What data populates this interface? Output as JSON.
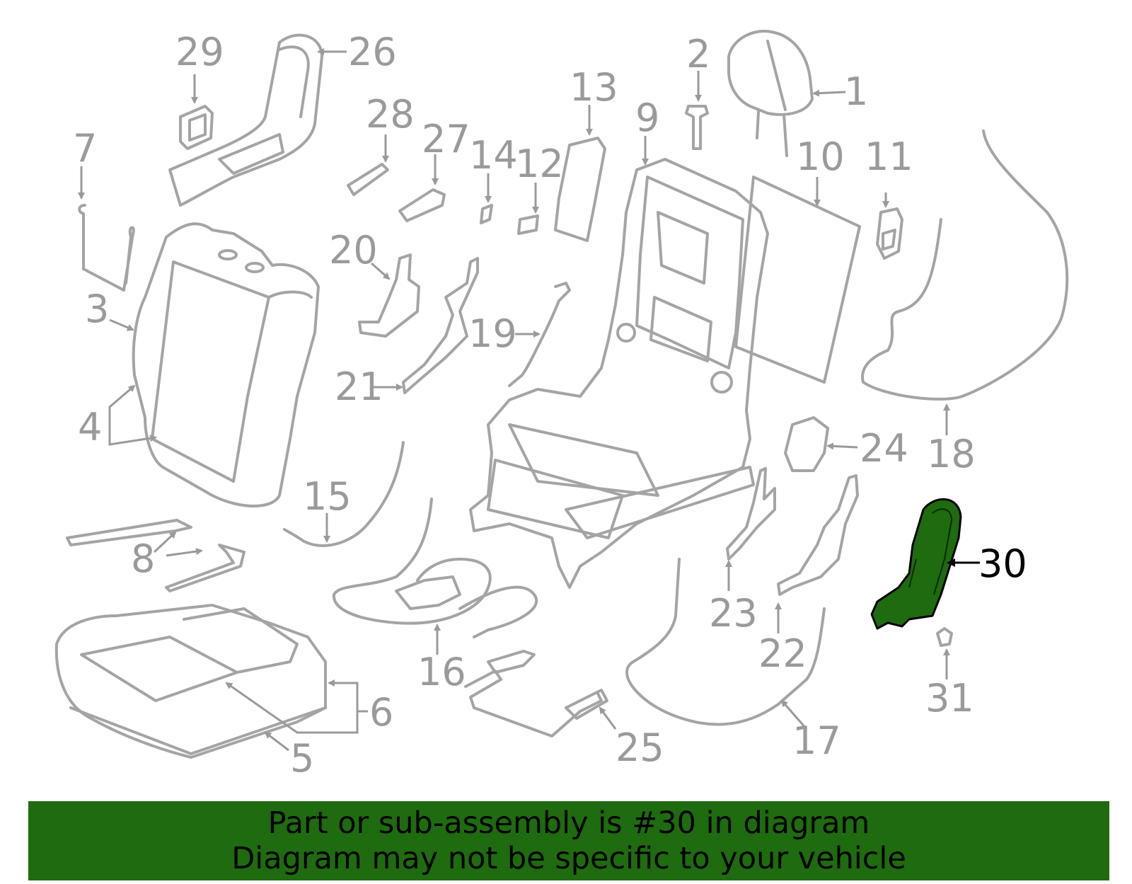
{
  "diagram": {
    "callouts": [
      "1",
      "2",
      "3",
      "4",
      "5",
      "6",
      "7",
      "8",
      "9",
      "10",
      "11",
      "12",
      "13",
      "14",
      "15",
      "16",
      "17",
      "18",
      "19",
      "20",
      "21",
      "22",
      "23",
      "24",
      "25",
      "26",
      "27",
      "28",
      "29",
      "30",
      "31"
    ],
    "highlighted_part": "30",
    "colors": {
      "line": "#a4a4a4",
      "label": "#9a9a9a",
      "highlight_fill": "#1f6b10",
      "highlight_stroke": "#000000"
    }
  },
  "banner": {
    "line1": "Part or sub-assembly is #30 in diagram",
    "line2": "Diagram may not be specific to your vehicle",
    "background": "#1f6b10"
  }
}
